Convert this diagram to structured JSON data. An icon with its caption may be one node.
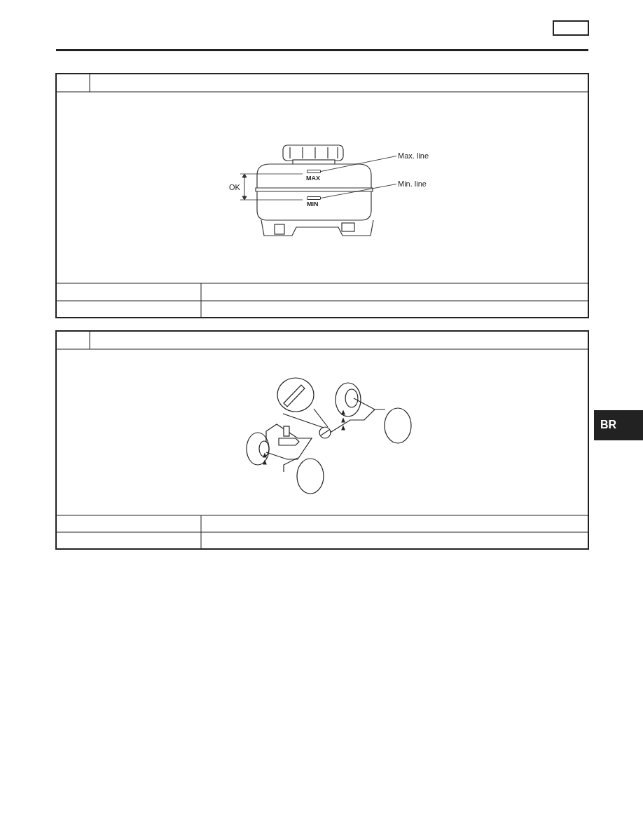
{
  "diagram": {
    "nodes": [
      {
        "text": [
          "Max. line"
        ]
      },
      {
        "text": [],
        "shape": "bar"
      },
      {
        "text": [
          "Min. line"
        ]
      },
      {
        "text": [],
        "shape": "bar"
      }
    ],
    "edges": [
      {
        "from": 0,
        "to": 1,
        "arrow": "none"
      },
      {
        "from": 2,
        "to": 3,
        "arrow": "none"
      }
    ],
    "labels": [
      "MAX",
      "OK",
      "MIN",
      "BR"
    ]
  }
}
